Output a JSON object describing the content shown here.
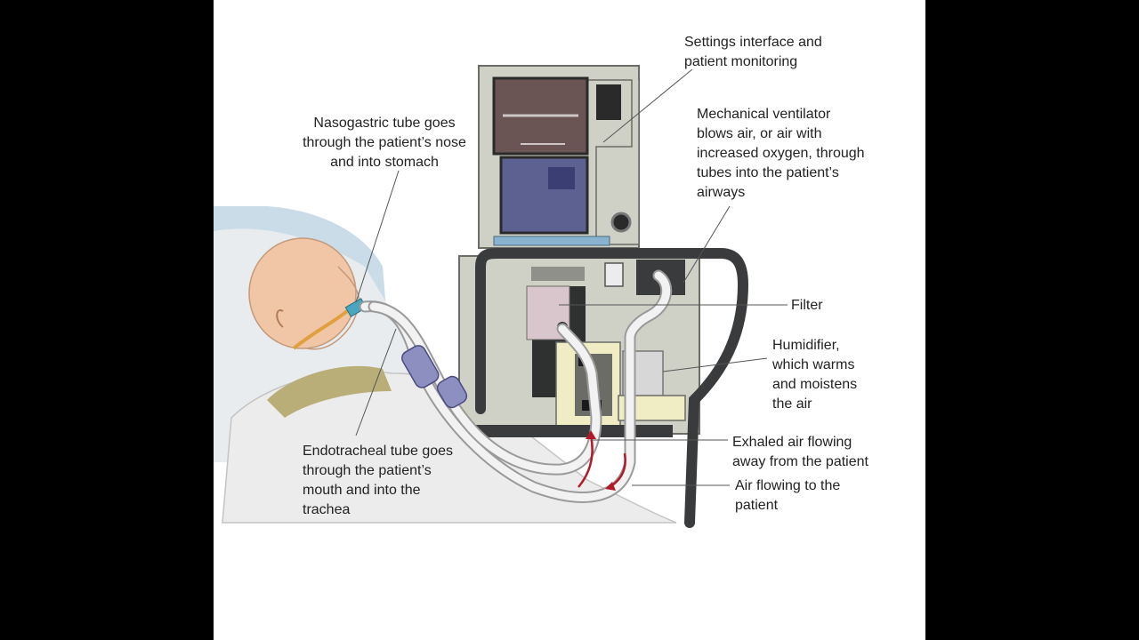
{
  "labels": {
    "settings": "Settings interface and\npatient monitoring",
    "ventilator": "Mechanical ventilator\nblows air, or air with\nincreased oxygen, through\ntubes into the patient’s\nairways",
    "nasogastric": "Nasogastric tube goes\nthrough the patient’s nose\nand into stomach",
    "filter": "Filter",
    "humidifier": "Humidifier,\nwhich warms\nand moistens\nthe air",
    "endotracheal": "Endotracheal tube goes\nthrough the patient’s\nmouth and into the\ntrachea",
    "exhaled": "Exhaled air flowing\naway from the patient",
    "air_to_patient": "Air flowing to the\npatient"
  },
  "colors": {
    "frame_background": "#ffffff",
    "letterbox": "#000000",
    "arrow": "#b21a2a",
    "machine": "#cfd1c7",
    "frame_bar": "#3a3b3d",
    "screen": "#5d6191",
    "tubing": "#f2f2f2"
  }
}
